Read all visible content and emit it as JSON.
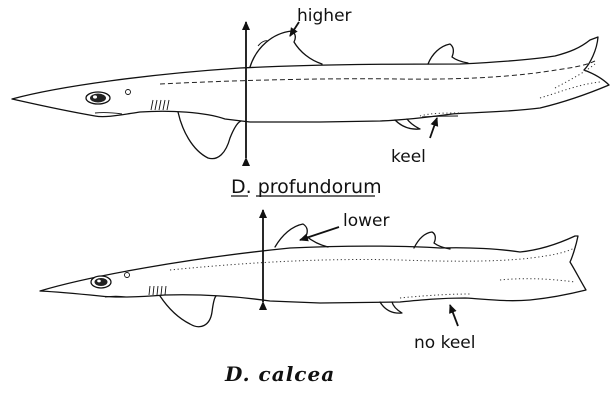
{
  "labels": {
    "top_height": "higher",
    "top_keel": "keel",
    "top_species": "D. profundorum",
    "bottom_height": "lower",
    "bottom_keel": "no keel",
    "bottom_species": "D. calcea"
  }
}
